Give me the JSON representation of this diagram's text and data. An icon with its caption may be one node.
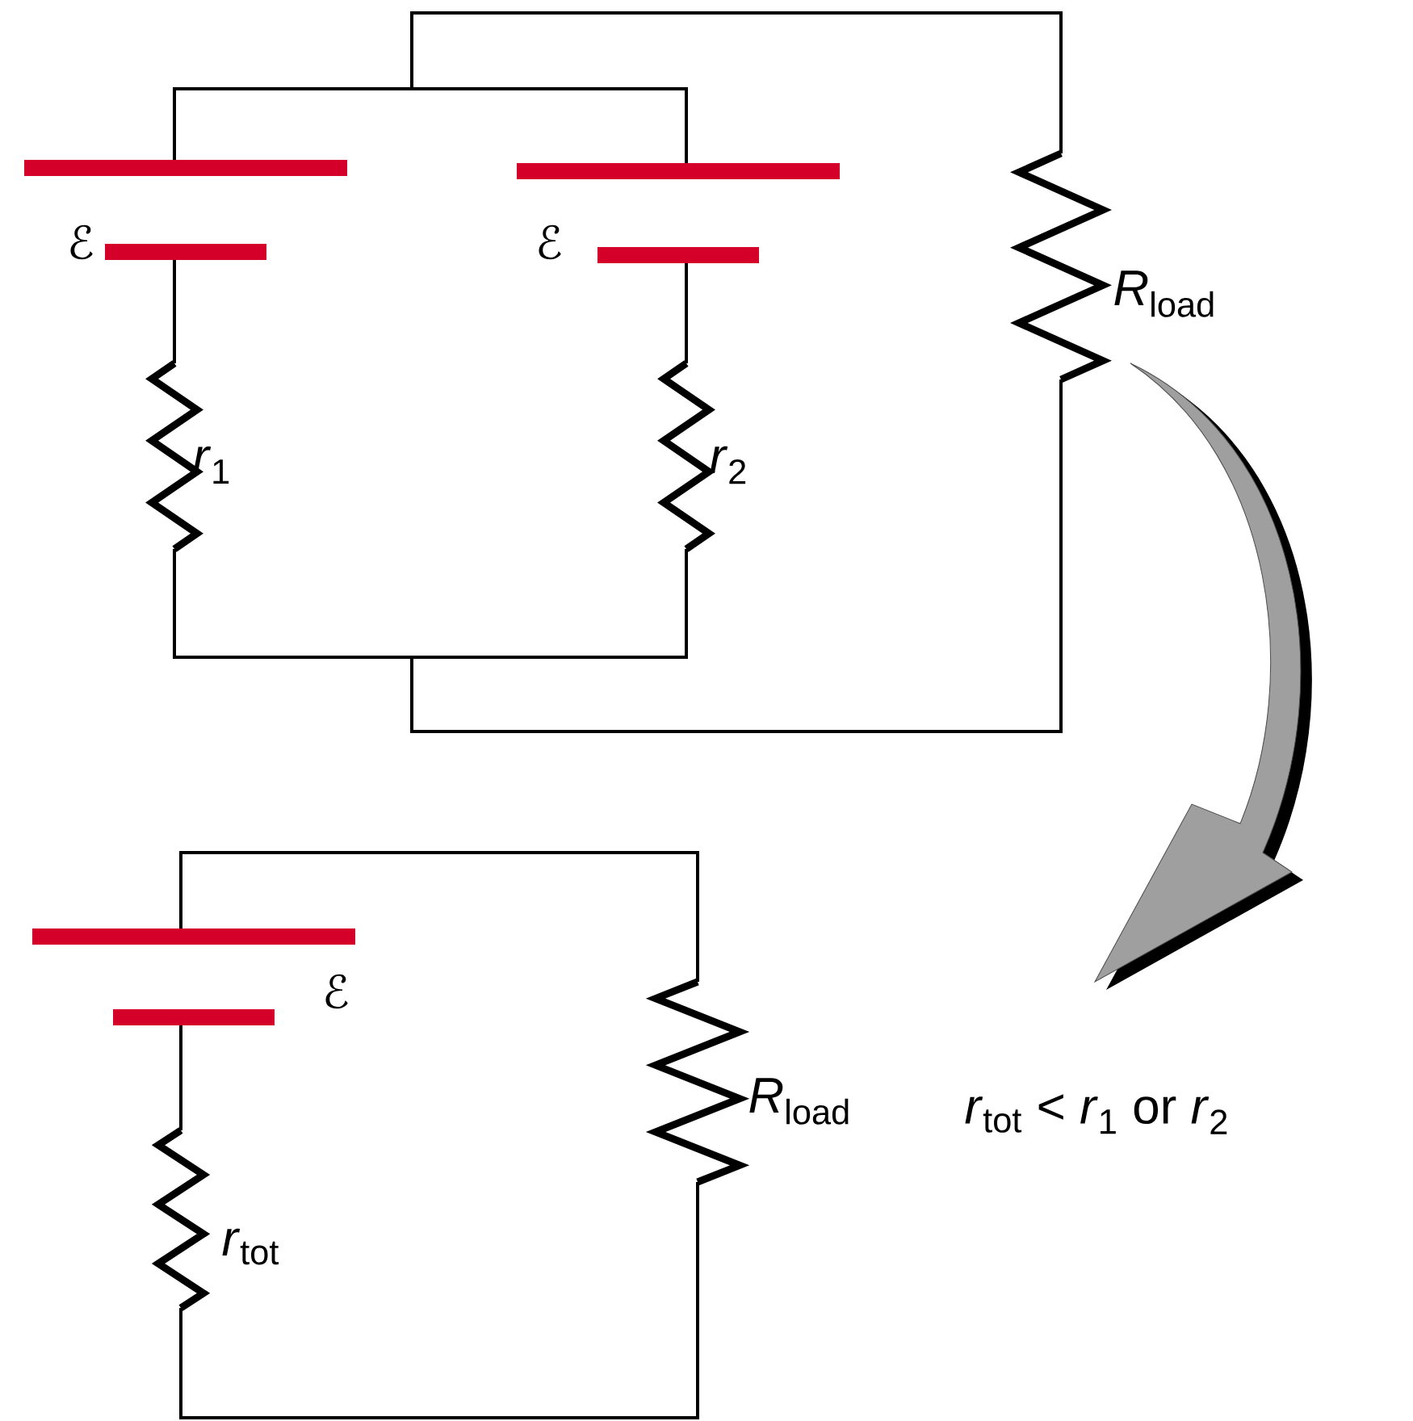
{
  "diagram": {
    "labels": [
      "ℰ",
      "ℰ",
      "*R*$_{load}$",
      "*r*$_{1}$",
      "*r*$_{2}$",
      "ℰ",
      "*R*$_{load}$",
      "*r*$_{tot}$",
      "*r*$_{tot}$ < *r*$_{1}$ or *r*$_{2}$"
    ]
  }
}
